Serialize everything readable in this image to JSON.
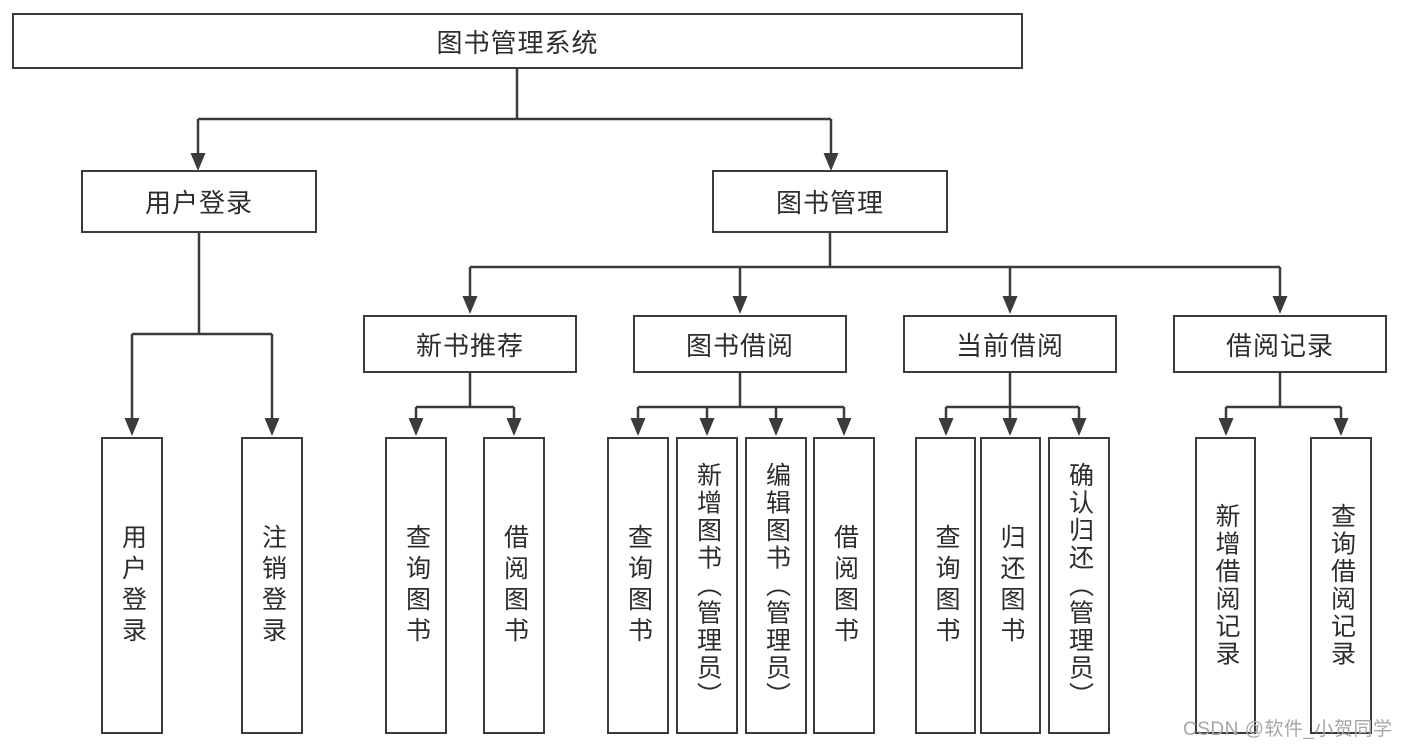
{
  "tree": {
    "root": {
      "label": "图书管理系统"
    },
    "children": [
      {
        "label": "用户登录",
        "children": [
          {
            "label": "用户登录"
          },
          {
            "label": "注销登录"
          }
        ]
      },
      {
        "label": "图书管理",
        "children": [
          {
            "label": "新书推荐",
            "children": [
              {
                "label": "查询图书"
              },
              {
                "label": "借阅图书"
              }
            ]
          },
          {
            "label": "图书借阅",
            "children": [
              {
                "label": "查询图书"
              },
              {
                "label": "新增图书（管理员）"
              },
              {
                "label": "编辑图书（管理员）"
              },
              {
                "label": "借阅图书"
              }
            ]
          },
          {
            "label": "当前借阅",
            "children": [
              {
                "label": "查询图书"
              },
              {
                "label": "归还图书"
              },
              {
                "label": "确认归还（管理员）"
              }
            ]
          },
          {
            "label": "借阅记录",
            "children": [
              {
                "label": "新增借阅记录"
              },
              {
                "label": "查询借阅记录"
              }
            ]
          }
        ]
      }
    ]
  },
  "watermark": {
    "text": "CSDN @软件_小贺同学"
  },
  "colors": {
    "line": "#3b3b3b",
    "text": "#2d2d2d",
    "watermark": "#a6a6a6",
    "background": "#ffffff"
  }
}
